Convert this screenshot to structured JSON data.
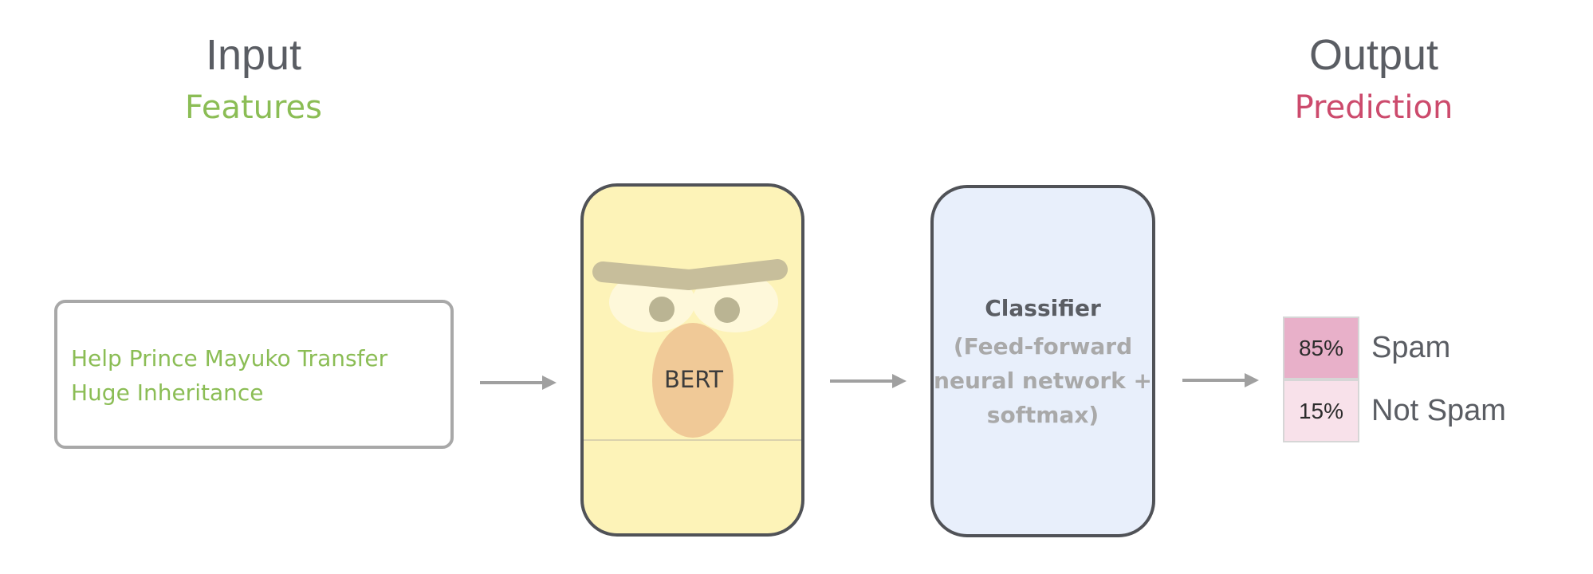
{
  "input": {
    "heading": "Input",
    "subheading": "Features",
    "text_lines": [
      "Help Prince Mayuko Transfer",
      "Huge Inheritance"
    ]
  },
  "bert": {
    "label": "BERT"
  },
  "classifier": {
    "title": "Classifier",
    "desc_lines": [
      "(Feed-forward",
      "neural network +",
      "softmax)"
    ]
  },
  "output": {
    "heading": "Output",
    "subheading": "Prediction",
    "predictions": [
      {
        "percent": "85%",
        "label": "Spam"
      },
      {
        "percent": "15%",
        "label": "Not Spam"
      }
    ]
  },
  "colors": {
    "features": "#8bbd55",
    "prediction": "#cc4a6c",
    "bert_fill": "#fdf3b8",
    "classifier_fill": "#e8effb",
    "spam_cell": "#e8b0c9",
    "notspam_cell": "#f8e1ea"
  }
}
